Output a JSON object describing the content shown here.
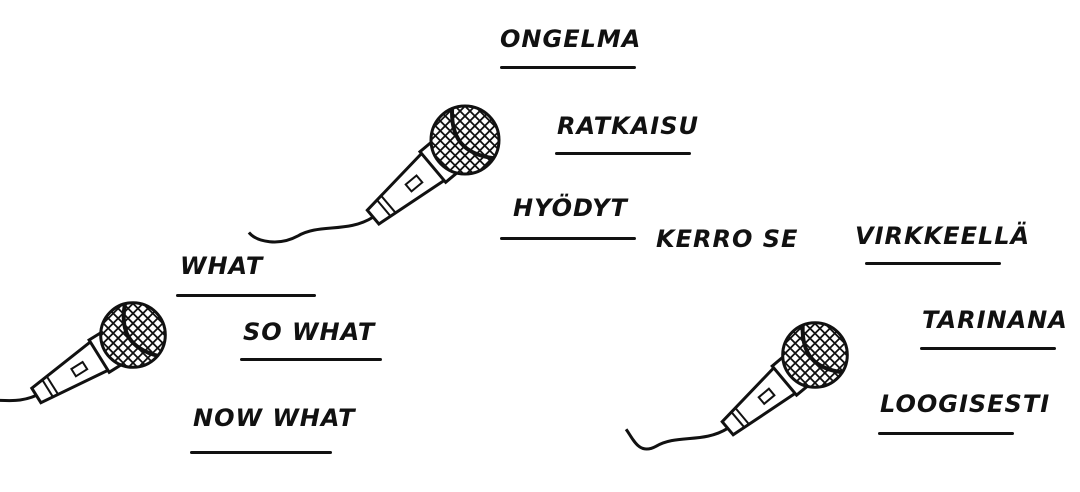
{
  "groups": {
    "middle": {
      "items": [
        "ONGELMA",
        "RATKAISU",
        "HYÖDYT"
      ],
      "aside": "KERRO SE"
    },
    "left": {
      "items": [
        "WHAT",
        "SO WHAT",
        "NOW WHAT"
      ]
    },
    "right": {
      "items": [
        "VIRKKEELLÄ",
        "TARINANA",
        "LOOGISESTI"
      ]
    }
  },
  "icons": [
    "microphone-icon"
  ],
  "colors": {
    "ink": "#111111",
    "background": "#ffffff"
  }
}
